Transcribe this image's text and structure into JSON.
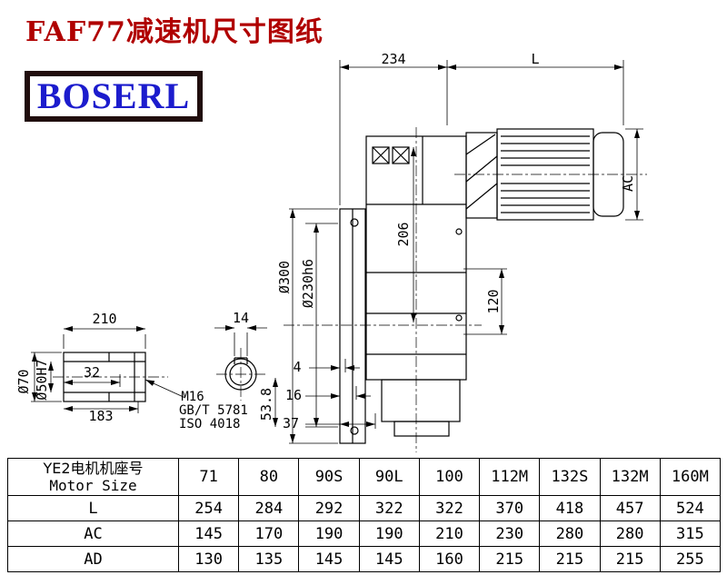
{
  "page": {
    "title": "FAF77减速机尺寸图纸"
  },
  "logo": {
    "text": "BOSERL"
  },
  "drawing": {
    "dim_234": "234",
    "dim_L": "L",
    "dim_AC": "AC",
    "dim_206": "206",
    "dim_300": "Ø300",
    "dim_230": "Ø230h6",
    "dim_120": "120",
    "dim_210": "210",
    "dim_14": "14",
    "dim_70": "Ø70",
    "dim_50": "Ø50H7",
    "dim_32": "32",
    "dim_183": "183",
    "note_m16": "M16",
    "note_gb": "GB/T 5781",
    "note_iso": "ISO 4018",
    "dim_4": "4",
    "dim_16": "16",
    "dim_37": "37",
    "dim_53_8": "53.8"
  },
  "table": {
    "header": {
      "line1": "YE2电机机座号",
      "line2": "Motor Size"
    },
    "columns": [
      "71",
      "80",
      "90S",
      "90L",
      "100",
      "112M",
      "132S",
      "132M",
      "160M"
    ],
    "rows": [
      {
        "label": "L",
        "values": [
          "254",
          "284",
          "292",
          "322",
          "322",
          "370",
          "418",
          "457",
          "524"
        ]
      },
      {
        "label": "AC",
        "values": [
          "145",
          "170",
          "190",
          "190",
          "210",
          "230",
          "280",
          "280",
          "315"
        ]
      },
      {
        "label": "AD",
        "values": [
          "130",
          "135",
          "145",
          "145",
          "160",
          "215",
          "215",
          "215",
          "255"
        ]
      }
    ]
  }
}
